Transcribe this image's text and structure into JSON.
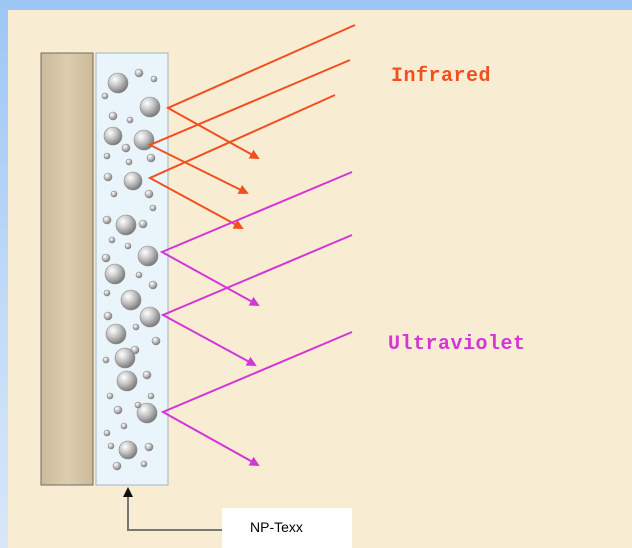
{
  "labels": {
    "infrared": "Infrared",
    "ultraviolet": "Ultraviolet",
    "coating": "NP-Texx"
  },
  "colors": {
    "infrared": "#f0501e",
    "ultraviolet": "#d436d6",
    "wall": "#d6c7a8",
    "coating": "#eaf4fb",
    "background": "#f8ecd2"
  }
}
